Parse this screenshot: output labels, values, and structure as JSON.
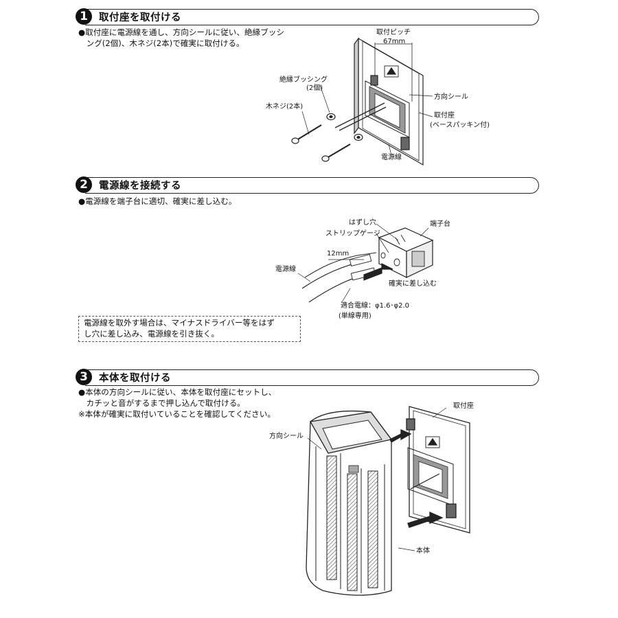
{
  "steps": [
    {
      "number": "1",
      "title": "取付座を取付ける",
      "lines": [
        "●取付座に電源線を通し、方向シールに従い、絶縁ブッシ",
        "　ング(2個)、木ネジ(2本)で確実に取付ける。"
      ],
      "labels": {
        "pitch": "取付ピッチ",
        "pitch_value": "67mm",
        "bushing": "絶縁ブッシング",
        "bushing_count": "(2個)",
        "screw": "木ネジ(2本)",
        "direction_seal": "方向シール",
        "base": "取付座",
        "base_sub": "(ベースパッキン付)",
        "power_wire": "電源線"
      }
    },
    {
      "number": "2",
      "title": "電源線を接続する",
      "lines": [
        "●電源線を端子台に適切、確実に差し込む。"
      ],
      "labels": {
        "release_hole": "はずし穴",
        "strip_gauge": "ストリップゲージ",
        "terminal": "端子台",
        "strip_length": "12mm",
        "power_wire": "電源線",
        "insert": "確実に差し込む",
        "wire_spec": "適合電線：φ1.6･φ2.0",
        "wire_type": "(単線専用)"
      },
      "note": [
        "電源線を取外す場合は、マイナスドライバー等をはず",
        "し穴に差し込み、電源線を引き抜く。"
      ]
    },
    {
      "number": "3",
      "title": "本体を取付ける",
      "lines": [
        "●本体の方向シールに従い、本体を取付座にセットし、",
        "　カチッと音がするまで押し込んで取付ける。",
        "※本体が確実に取付いていることを確認してください。"
      ],
      "labels": {
        "base": "取付座",
        "direction_seal": "方向シール",
        "body": "本体"
      }
    }
  ]
}
